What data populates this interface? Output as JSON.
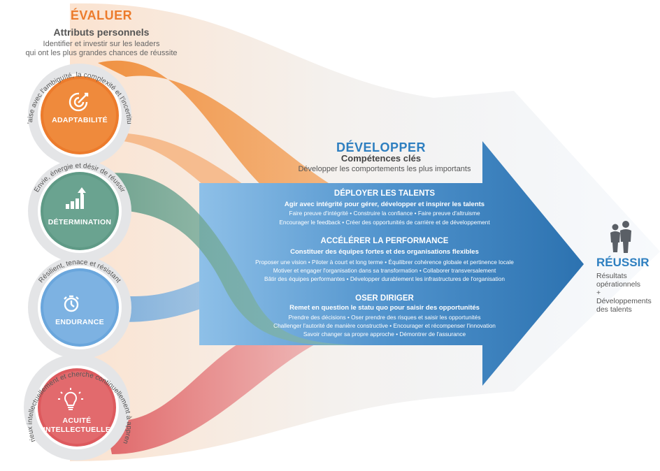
{
  "colors": {
    "orange": "#ec7b2c",
    "green": "#5f9a86",
    "blue": "#6fa8d8",
    "red": "#dd5a5e",
    "arrow_dark": "#2e78b8",
    "success_blue": "#2e7fc0"
  },
  "evaluate": {
    "title": "ÉVALUER",
    "subtitle": "Attributs personnels",
    "description_line1": "Identifier et investir sur les leaders",
    "description_line2": "qui ont les plus grandes chances de réussite"
  },
  "attributes": [
    {
      "label": "ADAPTABILITÉ",
      "label_line2": "",
      "icon": "target-icon",
      "arc_text": "À l'aise avec l'ambiguïté, la complexité et l'incertitude"
    },
    {
      "label": "DÉTERMINATION",
      "label_line2": "",
      "icon": "growth-chart-icon",
      "arc_text": "Envie, énergie et désir de réussir"
    },
    {
      "label": "ENDURANCE",
      "label_line2": "",
      "icon": "stopwatch-icon",
      "arc_text": "Résilient, tenace et résistant"
    },
    {
      "label": "ACUITÉ",
      "label_line2": "INTELLECTUELLE",
      "icon": "lightbulb-icon",
      "arc_text": "Curieux intellectuellement et cherche continuellement à apprendre"
    }
  ],
  "develop": {
    "title": "DÉVELOPPER",
    "subtitle": "Compétences clés",
    "description": "Développer les comportements les plus importants",
    "sections": [
      {
        "title": "DÉPLOYER LES TALENTS",
        "subtitle": "Agir avec intégrité pour gérer, développer et inspirer les talents",
        "lines": [
          "Faire preuve d'intégrité  •  Construire la confiance  •  Faire preuve d'altruisme",
          "Encourager le feedback  •  Créer des opportunités de carrière et de développement"
        ]
      },
      {
        "title": "ACCÉLÉRER LA PERFORMANCE",
        "subtitle": "Constituer des équipes fortes et des organisations flexibles",
        "lines": [
          "Proposer une vision  •  Piloter à court et long terme  •  Équilibrer cohérence globale et pertinence locale",
          "Motiver et engager l'organisation dans sa transformation  •  Collaborer transversalement",
          "Bâtir des équipes performantes  •  Développer durablement les infrastructures de l'organisation"
        ]
      },
      {
        "title": "OSER DIRIGER",
        "subtitle": "Remet en question le statu quo pour saisir des opportunités",
        "lines": [
          "Prendre des décisions  •  Oser prendre des risques et saisir les opportunités",
          "Challenger l'autorité de manière constructive  •  Encourager et récompenser l'innovation",
          "Savoir changer sa propre approche  •  Démontrer de l'assurance"
        ]
      }
    ]
  },
  "succeed": {
    "title": "RÉUSSIR",
    "lines": [
      "Résultats",
      "opérationnels",
      "+",
      "Développements",
      "des talents"
    ],
    "icon": "people-icon"
  }
}
